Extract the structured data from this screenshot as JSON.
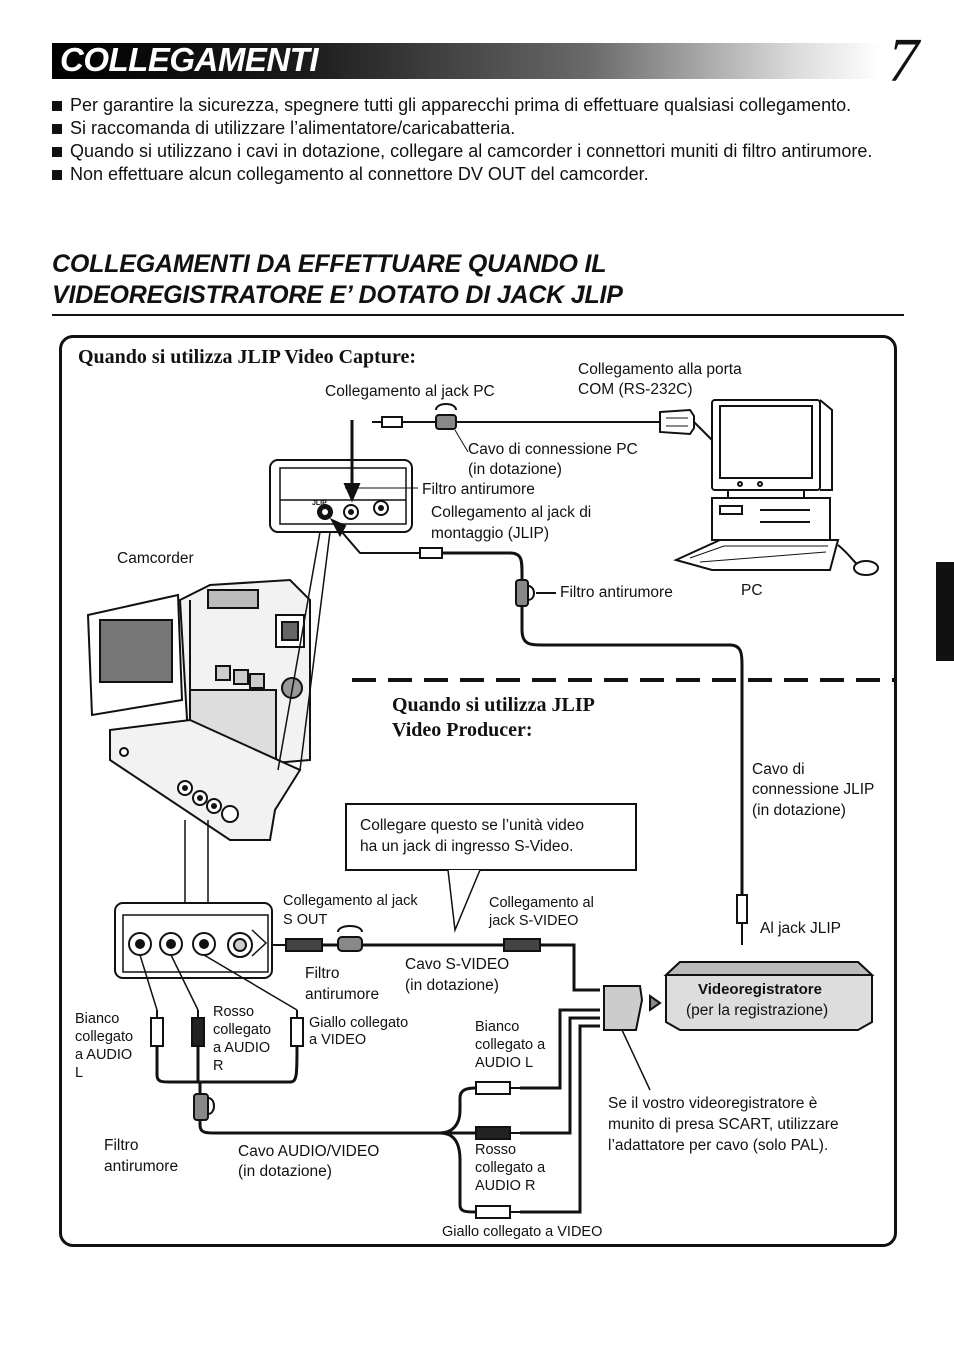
{
  "header": {
    "title": "COLLEGAMENTI",
    "page_number": "7"
  },
  "bullets": [
    "Per garantire la sicurezza, spegnere tutti gli apparecchi prima di effettuare qualsiasi collegamento.",
    "Si raccomanda di utilizzare l’alimentatore/caricabatteria.",
    "Quando si utilizzano i cavi in dotazione, collegare al camcorder i connettori muniti di filtro antirumore.",
    "Non effettuare alcun collegamento al connettore DV OUT del camcorder."
  ],
  "section": {
    "title_line1": "COLLEGAMENTI DA EFFETTUARE QUANDO IL",
    "title_line2": "VIDEOREGISTRATORE E’ DOTATO DI JACK JLIP"
  },
  "diagram": {
    "heading_capture": "Quando si utilizza JLIP Video Capture:",
    "heading_producer_1": "Quando si utilizza JLIP",
    "heading_producer_2": "Video Producer:",
    "labels": {
      "com_port_1": "Collegamento alla porta",
      "com_port_2": "COM (RS-232C)",
      "pc_jack": "Collegamento al jack PC",
      "pc_cable_1": "Cavo di connessione PC",
      "pc_cable_2": "(in dotazione)",
      "noise_filter_top": "Filtro antirumore",
      "edit_jack_1": "Collegamento al jack di",
      "edit_jack_2": "montaggio (JLIP)",
      "camcorder": "Camcorder",
      "noise_filter_mid": "Filtro antirumore",
      "pc": "PC",
      "jlip_cable_1": "Cavo di",
      "jlip_cable_2": "connessione JLIP",
      "jlip_cable_3": "(in dotazione)",
      "svideo_note_1": "Collegare questo se l’unità video",
      "svideo_note_2": "ha un jack di ingresso S-Video.",
      "sout_1": "Collegamento al jack",
      "sout_2": "S OUT",
      "svideo_jack_1": "Collegamento al",
      "svideo_jack_2": "jack S-VIDEO",
      "jlip_jack": "Al jack JLIP",
      "noise_filter_s_1": "Filtro",
      "noise_filter_s_2": "antirumore",
      "svideo_cable_1": "Cavo S-VIDEO",
      "svideo_cable_2": "(in dotazione)",
      "vcr_1": "Videoregistratore",
      "vcr_2": "(per la registrazione)",
      "white_l_1": "Bianco",
      "white_l_2": "collegato",
      "white_l_3": "a AUDIO",
      "white_l_4": "L",
      "red_r_1": "Rosso",
      "red_r_2": "collegato",
      "red_r_3": "a AUDIO",
      "red_r_4": "R",
      "yellow_v_1": "Giallo collegato",
      "yellow_v_2": "a VIDEO",
      "vcr_white_1": "Bianco",
      "vcr_white_2": "collegato a",
      "vcr_white_3": "AUDIO L",
      "scart_1": "Se il vostro videoregistratore è",
      "scart_2": "munito di presa SCART, utilizzare",
      "scart_3": "l’adattatore per cavo (solo PAL).",
      "noise_filter_av_1": "Filtro",
      "noise_filter_av_2": "antirumore",
      "av_cable_1": "Cavo AUDIO/VIDEO",
      "av_cable_2": "(in dotazione)",
      "vcr_red_1": "Rosso",
      "vcr_red_2": "collegato a",
      "vcr_red_3": "AUDIO R",
      "vcr_yellow": "Giallo collegato a VIDEO",
      "jlip_mark": "JLIP"
    }
  }
}
